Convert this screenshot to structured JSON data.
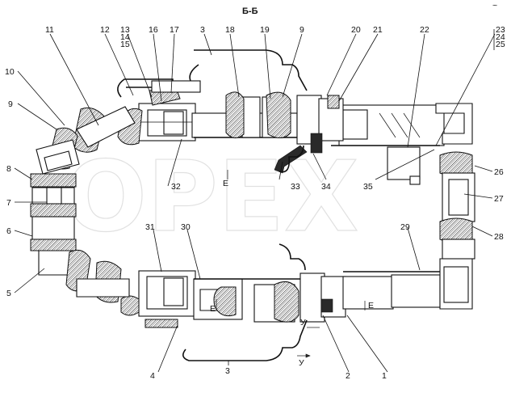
{
  "section_title": "Б-Б",
  "corner_mark": "~",
  "watermark": "OPEX",
  "part_labels": {
    "p1": "1",
    "p2": "2",
    "p3_top": "3",
    "p3_bottom": "3",
    "p4": "4",
    "p5": "5",
    "p6": "6",
    "p7": "7",
    "p8": "8",
    "p9_left": "9",
    "p9_top": "9",
    "p10": "10",
    "p11": "11",
    "p12": "12",
    "p13": "13",
    "p14": "14",
    "p15": "15",
    "p16": "16",
    "p17": "17",
    "p18": "18",
    "p19": "19",
    "p20": "20",
    "p21": "21",
    "p22": "22",
    "p23": "23",
    "p24": "24",
    "p25": "25",
    "p26": "26",
    "p27": "27",
    "p28": "28",
    "p29": "29",
    "p30": "30",
    "p31": "31",
    "p32": "32",
    "p33": "33",
    "p34": "34",
    "p35": "35"
  },
  "section_marks": {
    "e_upper": "E",
    "e_middle": "E",
    "e_right": "E",
    "y_middle": "У",
    "y_bottom": "У"
  }
}
